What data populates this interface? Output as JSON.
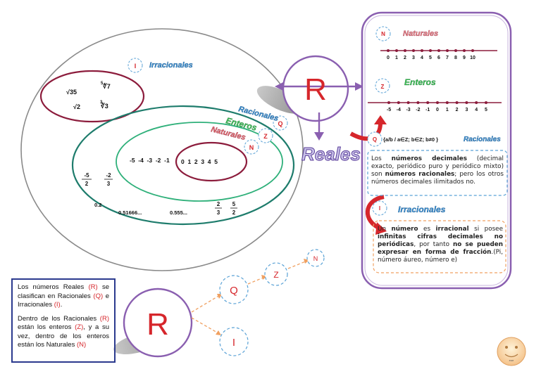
{
  "colors": {
    "purple": "#8a5fb0",
    "green_dark": "#1e7c6c",
    "green_mid": "#2fb07a",
    "maroon": "#8c1c3c",
    "red": "#d6262b",
    "light_blue": "#5aa2d6",
    "orange": "#f0a060"
  },
  "main_diagram": {
    "irracionales": {
      "badge": "I",
      "title": "Irracionales",
      "items": [
        "√35",
        "∜7",
        "√2",
        "∛3"
      ],
      "item_indices": [
        "",
        "5",
        "",
        "3"
      ]
    },
    "racionales": {
      "badge": "Q",
      "title": "Racionales",
      "fractions": [
        [
          "-5",
          "2"
        ],
        [
          "-2",
          "3"
        ],
        [
          "2",
          "3"
        ],
        [
          "5",
          "2"
        ]
      ],
      "decimals": [
        "0.2",
        "0.51666...",
        "0.555..."
      ]
    },
    "enteros": {
      "badge": "Z",
      "title": "Enteros",
      "negatives": "-5  -4  -3  -2  -1"
    },
    "naturales": {
      "badge": "N",
      "title": "Naturales",
      "values": "0  1  2  3  4  5"
    }
  },
  "center": {
    "letter": "R",
    "word": "Reales"
  },
  "right_panel": {
    "naturales": {
      "badge": "N",
      "title": "Naturales",
      "ticks": [
        "0",
        "1",
        "2",
        "3",
        "4",
        "5",
        "6",
        "7",
        "8",
        "9",
        "10"
      ]
    },
    "enteros": {
      "badge": "Z",
      "title": "Enteros",
      "ticks": [
        "-5",
        "-4",
        "-3",
        "-2",
        "-1",
        "0",
        "1",
        "2",
        "3",
        "4",
        "5"
      ]
    },
    "racionales": {
      "badge": "Q",
      "title": "Racionales",
      "formula": "{a/b / a∈Z; b∈Z; b≠0 }"
    },
    "racionales_desc": {
      "p1": "Los ",
      "b1": "números decimales",
      "p2": " (decimal exacto, periódico puro y periódico mixto) son ",
      "b2": "números racionales",
      "p3": "; pero los otros números decimales ilimitados no."
    },
    "irracionales": {
      "badge": "I",
      "title": "Irracionales"
    },
    "irracionales_desc": {
      "p1": "Un ",
      "b1": "número",
      "p2": " es ",
      "b2": "irracional",
      "p3": " si posee ",
      "b3": "infinitas cifras decimales no periódicas",
      "p4": ", por tanto ",
      "b4": "no se pueden expresar en forma de fracción",
      "p5": ".(Pi, número áureo, número e)"
    }
  },
  "info_box": {
    "p1a": "Los números Reales ",
    "p1r": "(R)",
    "p1b": " se clasifican en Racionales ",
    "p1q": "(Q)",
    "p1c": " e Irracionales ",
    "p1i": "(I)",
    "p1d": ".",
    "p2a": "Dentro de los Racionales ",
    "p2r": "(R)",
    "p2b": " están los enteros ",
    "p2z": "(Z)",
    "p2c": ", y a su vez, dentro de los enteros están los Naturales ",
    "p2n": "(N)"
  },
  "tree": {
    "root": "R",
    "q": "Q",
    "i": "I",
    "z": "Z",
    "n": "N"
  },
  "smiley": {
    "label": "eoe"
  }
}
